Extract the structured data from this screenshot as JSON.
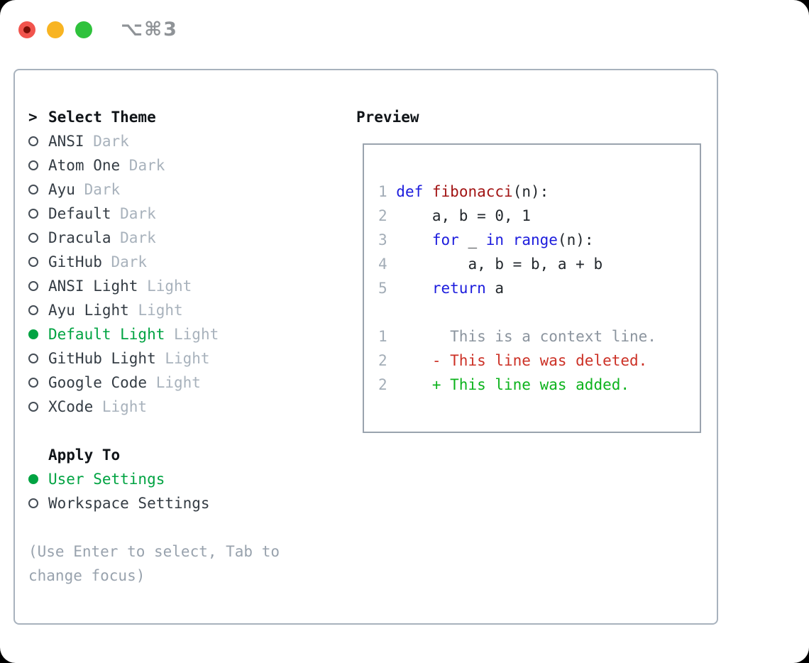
{
  "window": {
    "title": "⌥⌘3",
    "traffic_lights": [
      "close",
      "minimize",
      "zoom"
    ]
  },
  "theme_panel": {
    "prompt": ">",
    "header": "Select Theme",
    "items": [
      {
        "name": "ANSI",
        "variant": "Dark",
        "selected": false
      },
      {
        "name": "Atom One",
        "variant": "Dark",
        "selected": false
      },
      {
        "name": "Ayu",
        "variant": "Dark",
        "selected": false
      },
      {
        "name": "Default",
        "variant": "Dark",
        "selected": false
      },
      {
        "name": "Dracula",
        "variant": "Dark",
        "selected": false
      },
      {
        "name": "GitHub",
        "variant": "Dark",
        "selected": false
      },
      {
        "name": "ANSI Light",
        "variant": "Light",
        "selected": false
      },
      {
        "name": "Ayu Light",
        "variant": "Light",
        "selected": false
      },
      {
        "name": "Default Light",
        "variant": "Light",
        "selected": true
      },
      {
        "name": "GitHub Light",
        "variant": "Light",
        "selected": false
      },
      {
        "name": "Google Code",
        "variant": "Light",
        "selected": false
      },
      {
        "name": "XCode",
        "variant": "Light",
        "selected": false
      }
    ],
    "apply_to": {
      "header": "Apply To",
      "options": [
        {
          "label": "User Settings",
          "selected": true
        },
        {
          "label": "Workspace Settings",
          "selected": false
        }
      ]
    },
    "hint": "(Use Enter to select, Tab to change focus)"
  },
  "preview": {
    "header": "Preview",
    "lines": [
      [
        {
          "t": "1 ",
          "c": "ln"
        },
        {
          "t": "def",
          "c": "kw"
        },
        {
          "t": " ",
          "c": "pl"
        },
        {
          "t": "fibonacci",
          "c": "fn"
        },
        {
          "t": "(n):",
          "c": "pl"
        }
      ],
      [
        {
          "t": "2 ",
          "c": "ln"
        },
        {
          "t": "    a, b = 0, 1",
          "c": "pl"
        }
      ],
      [
        {
          "t": "3 ",
          "c": "ln"
        },
        {
          "t": "    ",
          "c": "pl"
        },
        {
          "t": "for",
          "c": "kw"
        },
        {
          "t": " _ ",
          "c": "pl"
        },
        {
          "t": "in",
          "c": "kw"
        },
        {
          "t": " ",
          "c": "pl"
        },
        {
          "t": "range",
          "c": "kw"
        },
        {
          "t": "(n):",
          "c": "pl"
        }
      ],
      [
        {
          "t": "4 ",
          "c": "ln"
        },
        {
          "t": "        a, b = b, a + b",
          "c": "pl"
        }
      ],
      [
        {
          "t": "5 ",
          "c": "ln"
        },
        {
          "t": "    ",
          "c": "pl"
        },
        {
          "t": "return",
          "c": "kw"
        },
        {
          "t": " a",
          "c": "pl"
        }
      ],
      [],
      [
        {
          "t": "1",
          "c": "ln"
        },
        {
          "t": "       This is a context line.",
          "c": "ctx"
        }
      ],
      [
        {
          "t": "2",
          "c": "ln"
        },
        {
          "t": "     - This line was deleted.",
          "c": "del"
        }
      ],
      [
        {
          "t": "2",
          "c": "ln"
        },
        {
          "t": "     + This line was added.",
          "c": "add"
        }
      ]
    ]
  },
  "colors": {
    "light_red": "#f1544d",
    "light_red_dot": "#7a0f07",
    "light_yellow": "#f8b422",
    "light_green": "#2fc23c",
    "title_gray": "#8f9397",
    "panel_border": "#a8b2bd",
    "preview_border": "#9aa3ae",
    "header_black": "#101418",
    "name_dark": "#343c44",
    "variant_gray": "#a8b2bc",
    "hint_gray": "#98a2ad",
    "radio_ring": "#454d56",
    "selected_green": "#00a342",
    "lineno_gray": "#a3adb7",
    "keyword_blue": "#1c1cdd",
    "function_red": "#a21414",
    "code_black": "#22272c",
    "context_gray": "#8b949e",
    "deleted_red": "#cc3126",
    "added_green": "#0db31d"
  }
}
